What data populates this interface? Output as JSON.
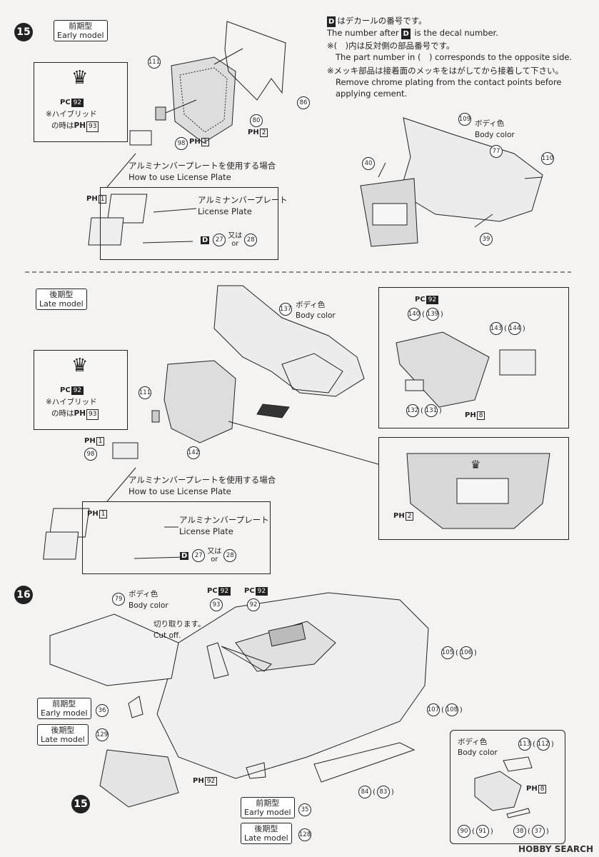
{
  "step15": {
    "number": "15",
    "early_model": {
      "jp": "前期型",
      "en": "Early model"
    },
    "late_model": {
      "jp": "後期型",
      "en": "Late model"
    },
    "decal_note": {
      "l1_key": "D",
      "l1_jp": "はデカールの番号です。",
      "l2_prefix": "The number after",
      "l2_key": "D",
      "l2_suffix": "is the decal number.",
      "l3_jp": "※(　)内は反対側の部品番号です。",
      "l4": "The part number in (　) corresponds to the opposite side.",
      "l5_jp": "※メッキ部品は接着面のメッキをはがしてから接着して下さい。",
      "l6": "Remove chrome plating from the contact points before",
      "l7": "applying cement."
    },
    "hybrid_note": {
      "jp1": "※ハイブリッド",
      "jp2": "の時は",
      "code": "PH",
      "num": "93"
    },
    "emblem_code": {
      "prefix": "PC",
      "num": "92"
    },
    "license_heading": {
      "jp": "アルミナンバープレートを使用する場合",
      "en": "How to use License Plate"
    },
    "license_plate": {
      "jp": "アルミナンバープレート",
      "en": "License Plate"
    },
    "decal_choice": {
      "key": "D",
      "a": "27",
      "or_jp": "又は",
      "or_en": "or",
      "b": "28"
    },
    "body_color": {
      "jp": "ボディ色",
      "en": "Body color"
    },
    "parts_early": [
      "111",
      "86",
      "80",
      "98",
      "109",
      "77",
      "40",
      "110",
      "39"
    ],
    "ph_labels": {
      "ph1": "1",
      "ph2": "2",
      "ph8": "8"
    },
    "parts_late": [
      "137",
      "140",
      "139",
      "143",
      "144",
      "132",
      "131",
      "111",
      "98",
      "142"
    ]
  },
  "step16": {
    "number": "16",
    "body_color": {
      "jp": "ボディ色",
      "en": "Body color"
    },
    "cut_off": {
      "jp": "切り取ります。",
      "en": "Cut off."
    },
    "parts": [
      "79",
      "93",
      "92",
      "105",
      "106",
      "107",
      "108",
      "36",
      "129",
      "84",
      "83",
      "35",
      "128",
      "113",
      "112",
      "90",
      "91",
      "38",
      "37"
    ],
    "pc92": "92",
    "ph92": "92",
    "ph8": "8",
    "ref_step": "15"
  },
  "watermark": "HOBBY SEARCH"
}
